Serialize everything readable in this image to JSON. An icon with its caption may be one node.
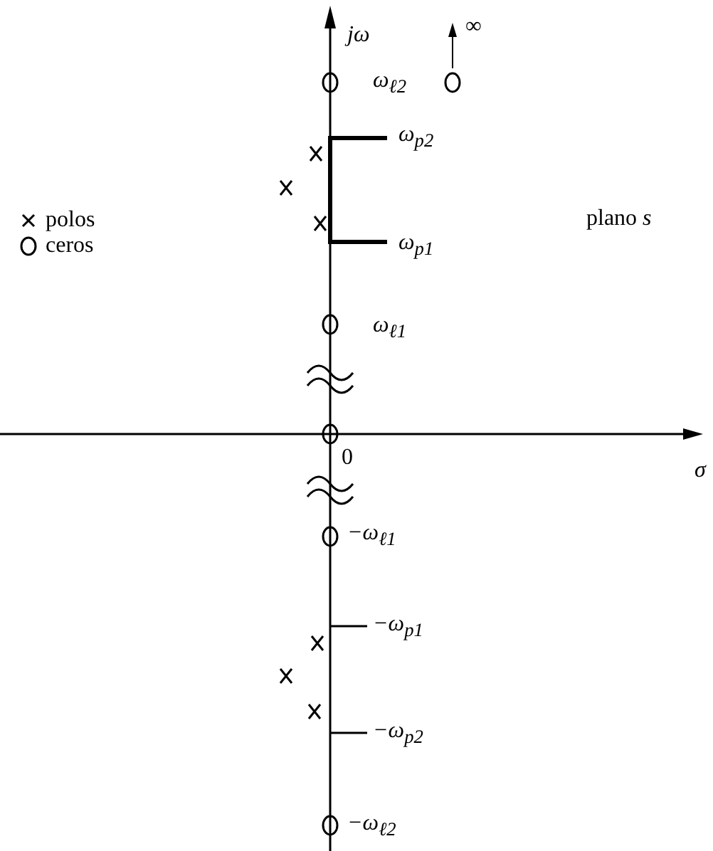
{
  "diagram": {
    "labels": [
      "jω",
      "∞",
      "ω$_{ℓ2}$",
      "ω$_{p2}$",
      "plano *s*",
      "ω$_{p1}$",
      "ω$_{ℓ1}$",
      "0",
      "σ",
      "−ω$_{ℓ1}$",
      "−ω$_{p1}$",
      "−ω$_{p2}$",
      "−ω$_{ℓ2}$"
    ],
    "legend": [
      {
        "text": "polos"
      },
      {
        "text": "ceros"
      }
    ]
  }
}
